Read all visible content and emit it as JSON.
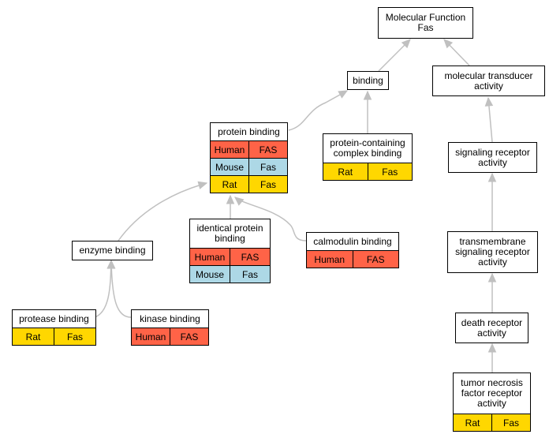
{
  "colors": {
    "Human": "#ff6347",
    "Mouse": "#add8e6",
    "Rat": "#ffd700",
    "edge": "#c0c0c0"
  },
  "nodes": {
    "molecular_function": {
      "label": "Molecular Function\nFas",
      "rows": []
    },
    "binding": {
      "label": "binding",
      "rows": []
    },
    "molecular_transducer_activity": {
      "label": "molecular transducer\nactivity",
      "rows": []
    },
    "protein_binding": {
      "label": "protein binding",
      "rows": [
        {
          "species": "Human",
          "gene": "FAS"
        },
        {
          "species": "Mouse",
          "gene": "Fas"
        },
        {
          "species": "Rat",
          "gene": "Fas"
        }
      ]
    },
    "protein_containing_complex_binding": {
      "label": "protein-containing\ncomplex binding",
      "rows": [
        {
          "species": "Rat",
          "gene": "Fas"
        }
      ]
    },
    "signaling_receptor_activity": {
      "label": "signaling receptor\nactivity",
      "rows": []
    },
    "enzyme_binding": {
      "label": "enzyme binding",
      "rows": []
    },
    "identical_protein_binding": {
      "label": "identical protein\nbinding",
      "rows": [
        {
          "species": "Human",
          "gene": "FAS"
        },
        {
          "species": "Mouse",
          "gene": "Fas"
        }
      ]
    },
    "calmodulin_binding": {
      "label": "calmodulin binding",
      "rows": [
        {
          "species": "Human",
          "gene": "FAS"
        }
      ]
    },
    "transmembrane_signaling_receptor_activity": {
      "label": "transmembrane\nsignaling receptor\nactivity",
      "rows": []
    },
    "protease_binding": {
      "label": "protease binding",
      "rows": [
        {
          "species": "Rat",
          "gene": "Fas"
        }
      ]
    },
    "kinase_binding": {
      "label": "kinase binding",
      "rows": [
        {
          "species": "Human",
          "gene": "FAS"
        }
      ]
    },
    "death_receptor_activity": {
      "label": "death receptor\nactivity",
      "rows": []
    },
    "tumor_necrosis_factor_receptor_activity": {
      "label": "tumor necrosis\nfactor receptor\nactivity",
      "rows": [
        {
          "species": "Rat",
          "gene": "Fas"
        }
      ]
    }
  },
  "edges": [
    {
      "from": "binding",
      "to": "molecular_function"
    },
    {
      "from": "molecular_transducer_activity",
      "to": "molecular_function"
    },
    {
      "from": "protein_binding",
      "to": "binding"
    },
    {
      "from": "protein_containing_complex_binding",
      "to": "binding"
    },
    {
      "from": "signaling_receptor_activity",
      "to": "molecular_transducer_activity"
    },
    {
      "from": "enzyme_binding",
      "to": "protein_binding"
    },
    {
      "from": "identical_protein_binding",
      "to": "protein_binding"
    },
    {
      "from": "calmodulin_binding",
      "to": "protein_binding"
    },
    {
      "from": "transmembrane_signaling_receptor_activity",
      "to": "signaling_receptor_activity"
    },
    {
      "from": "protease_binding",
      "to": "enzyme_binding"
    },
    {
      "from": "kinase_binding",
      "to": "enzyme_binding"
    },
    {
      "from": "death_receptor_activity",
      "to": "transmembrane_signaling_receptor_activity"
    },
    {
      "from": "tumor_necrosis_factor_receptor_activity",
      "to": "death_receptor_activity"
    }
  ]
}
